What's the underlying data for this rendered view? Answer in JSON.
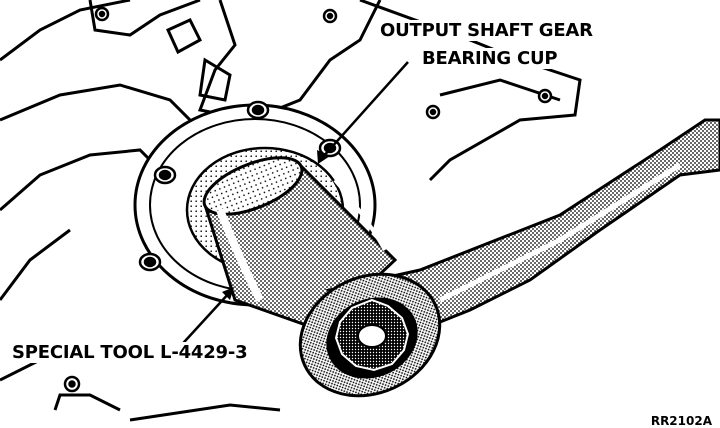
{
  "callouts": {
    "output_shaft_line1": "OUTPUT SHAFT GEAR",
    "output_shaft_line2": "BEARING CUP",
    "special_tool": "SPECIAL TOOL L-4429-3"
  },
  "figure_id": "RR2102A",
  "colors": {
    "ink": "#000000",
    "paper": "#ffffff",
    "shade": "#888888"
  }
}
